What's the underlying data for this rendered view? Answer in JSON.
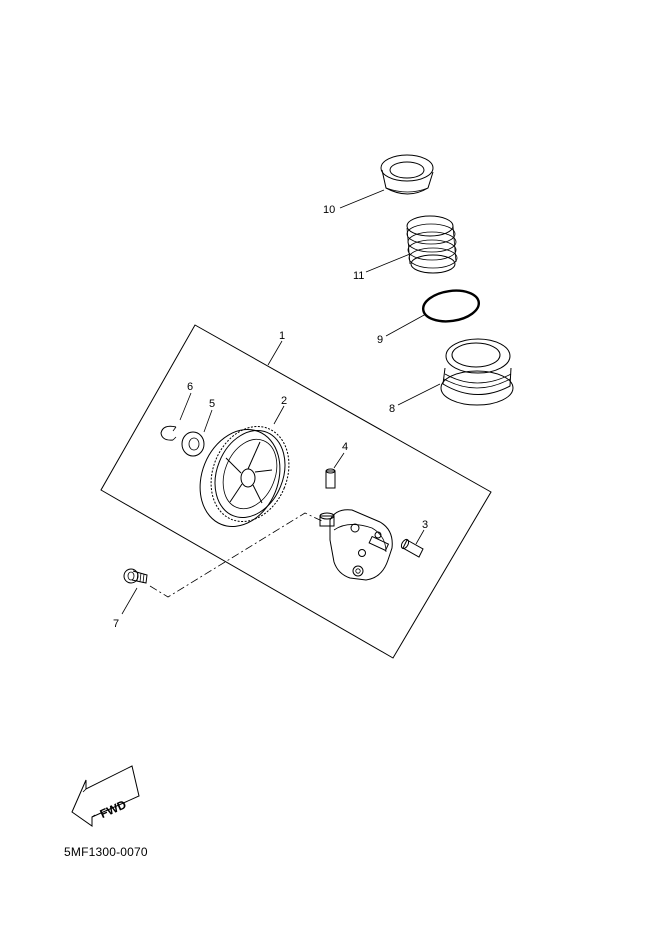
{
  "diagram": {
    "callouts": {
      "c1": "1",
      "c2": "2",
      "c3": "3",
      "c4": "4",
      "c5": "5",
      "c6": "6",
      "c7": "7",
      "c8": "8",
      "c9": "9",
      "c10": "10",
      "c11": "11"
    },
    "fwd_label": "FWD",
    "drawing_code": "5MF1300-0070"
  }
}
